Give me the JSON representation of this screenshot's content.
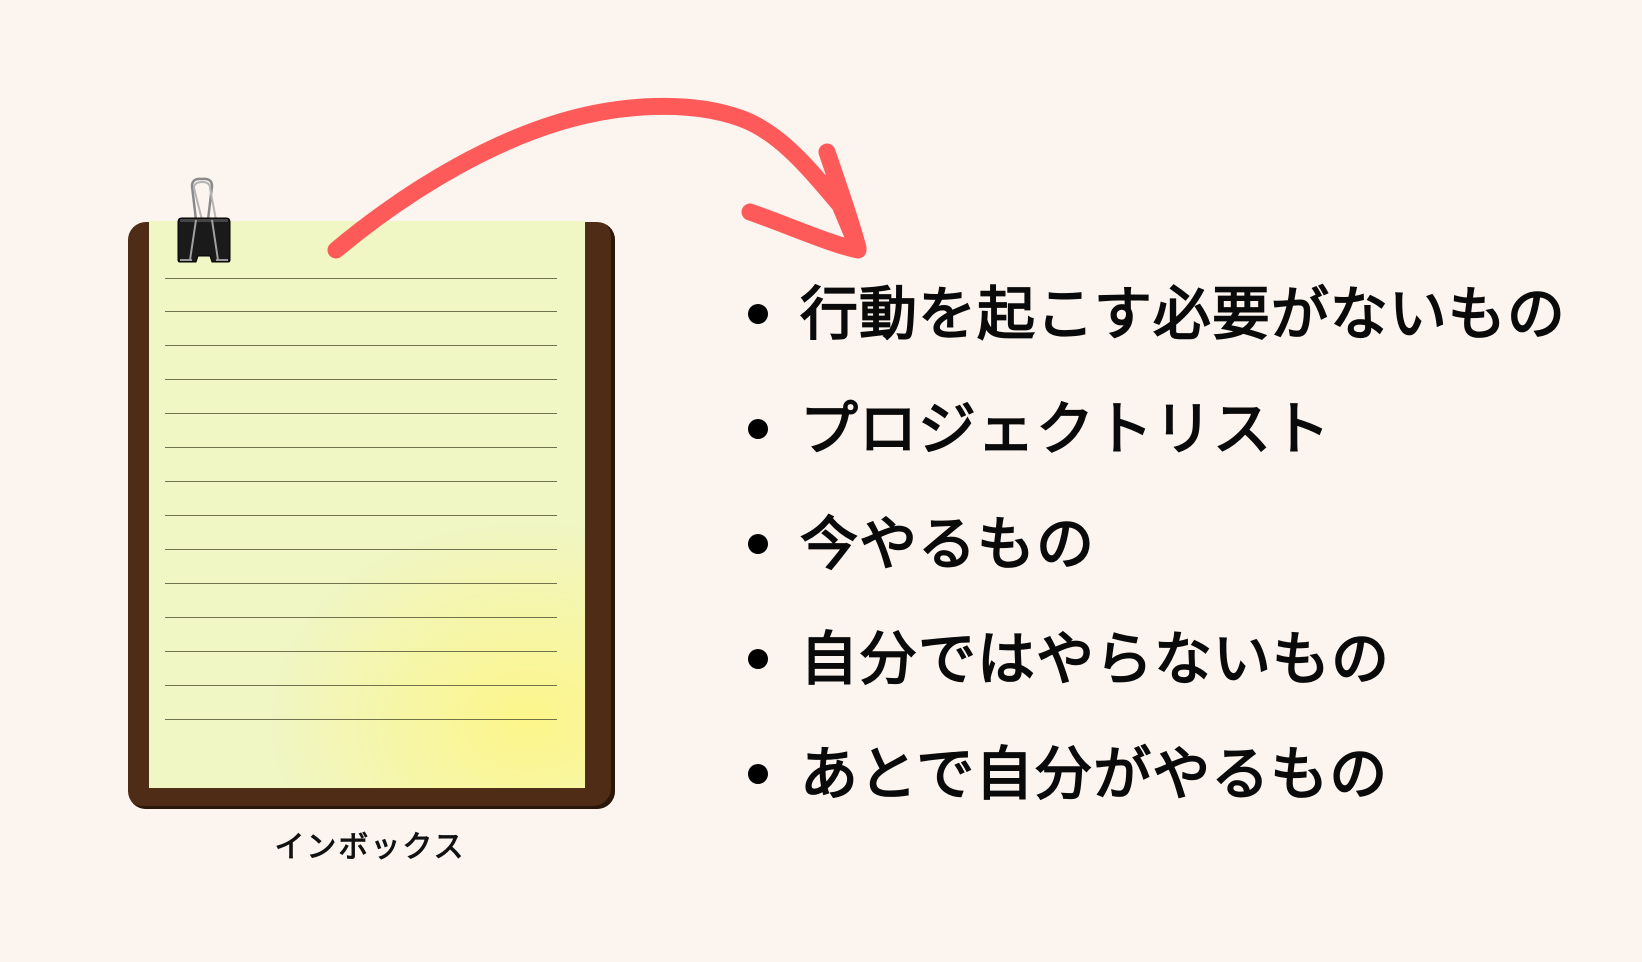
{
  "colors": {
    "background": "#fbf4ef",
    "clipboard_board": "#4f2c16",
    "paper": "#f0f6c4",
    "paper_highlight": "#fdf68a",
    "arrow": "#ff5a5a",
    "text": "#0a0a0a"
  },
  "clipboard": {
    "caption": "インボックス",
    "ruled_line_count": 14,
    "icons": [
      "binder-clip-icon"
    ]
  },
  "arrow": {
    "direction": "from inbox to list",
    "icon": "curved-arrow-icon"
  },
  "list": {
    "items": [
      {
        "label": "行動を起こす必要がないもの"
      },
      {
        "label": "プロジェクトリスト"
      },
      {
        "label": "今やるもの"
      },
      {
        "label": "自分ではやらないもの"
      },
      {
        "label": "あとで自分がやるもの"
      }
    ]
  }
}
